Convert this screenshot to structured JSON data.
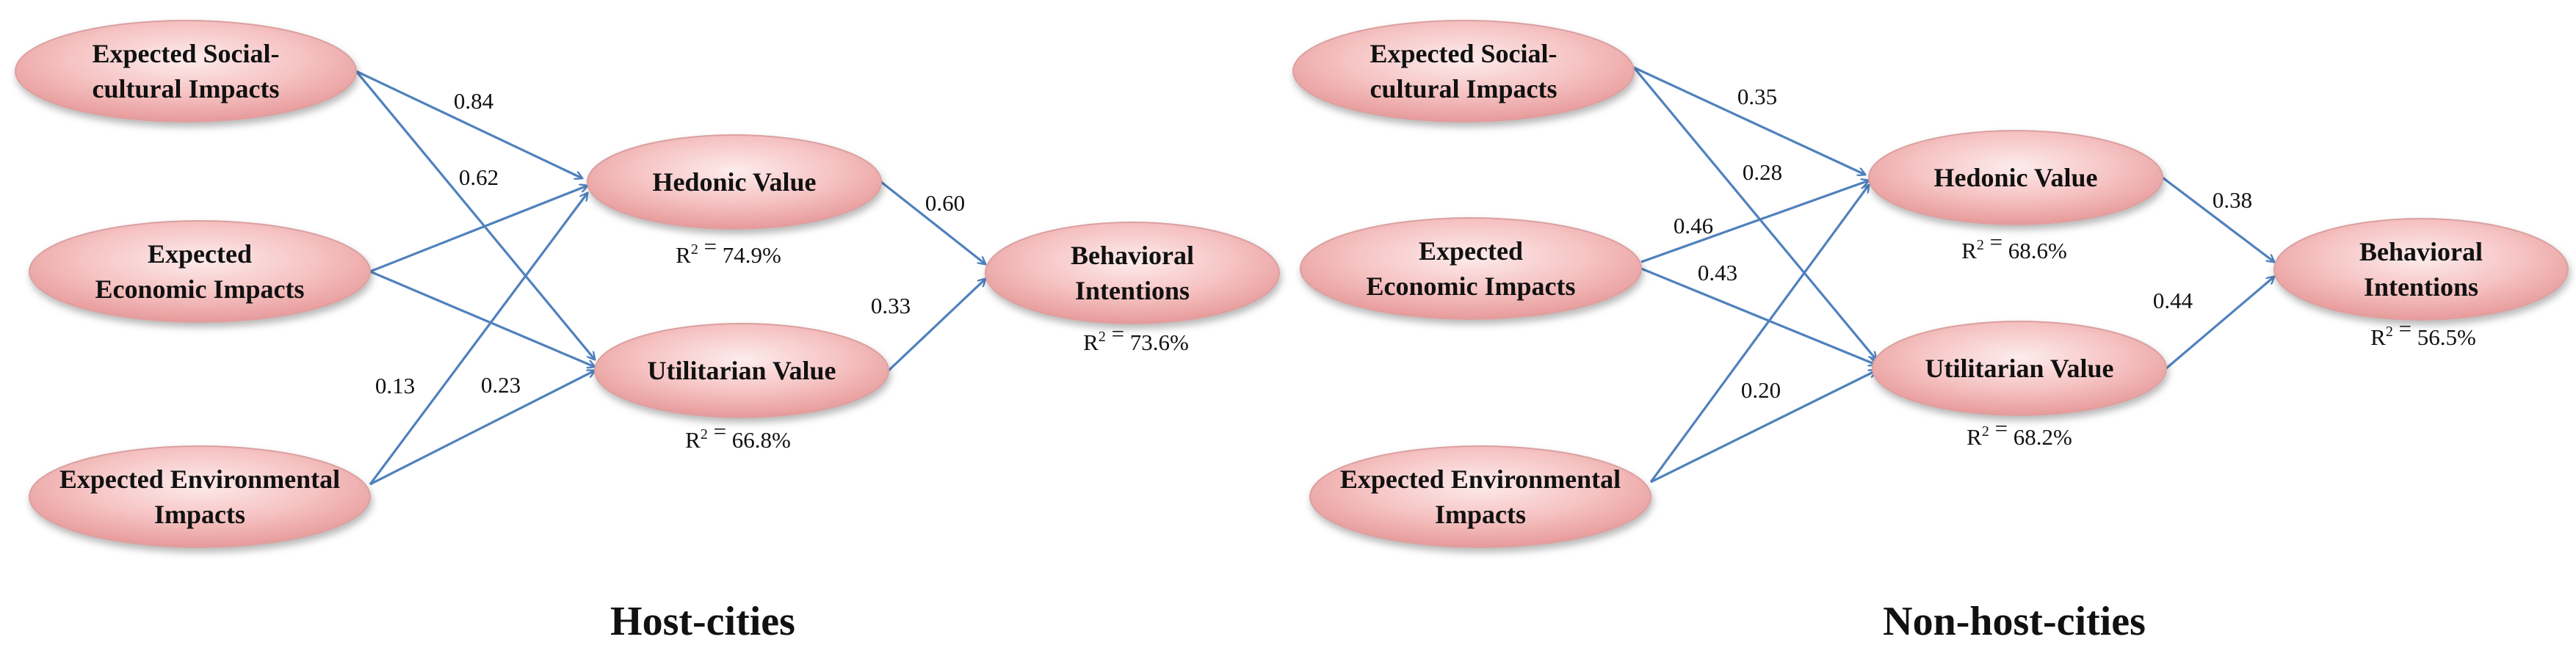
{
  "colors": {
    "node_fill_light": "#fbe3e3",
    "node_fill_dark": "#e79a9a",
    "node_stroke": "#dba0a0",
    "edge": "#4f81bd",
    "text": "#111111"
  },
  "panels": [
    {
      "title": "Host-cities",
      "nodes": {
        "social": [
          "Expected Social-",
          "cultural Impacts"
        ],
        "economic": [
          "Expected",
          "Economic Impacts"
        ],
        "environmental": [
          "Expected Environmental",
          "Impacts"
        ],
        "hedonic": [
          "Hedonic Value"
        ],
        "utilitarian": [
          "Utilitarian Value"
        ],
        "behavioral": [
          "Behavioral",
          "Intentions"
        ]
      },
      "r2": {
        "hedonic": "74.9%",
        "utilitarian": "66.8%",
        "behavioral": "73.6%"
      },
      "paths": [
        {
          "from": "social",
          "to": "hedonic",
          "label": "0.84"
        },
        {
          "from": "social",
          "to": "utilitarian",
          "label": "0.62"
        },
        {
          "from": "economic",
          "to": "hedonic",
          "label": ""
        },
        {
          "from": "economic",
          "to": "utilitarian",
          "label": ""
        },
        {
          "from": "environmental",
          "to": "hedonic",
          "label": "0.13"
        },
        {
          "from": "environmental",
          "to": "utilitarian",
          "label": "0.23"
        },
        {
          "from": "hedonic",
          "to": "behavioral",
          "label": "0.60"
        },
        {
          "from": "utilitarian",
          "to": "behavioral",
          "label": "0.33"
        }
      ]
    },
    {
      "title": "Non-host-cities",
      "nodes": {
        "social": [
          "Expected Social-",
          "cultural Impacts"
        ],
        "economic": [
          "Expected",
          "Economic Impacts"
        ],
        "environmental": [
          "Expected Environmental",
          "Impacts"
        ],
        "hedonic": [
          "Hedonic Value"
        ],
        "utilitarian": [
          "Utilitarian Value"
        ],
        "behavioral": [
          "Behavioral",
          "Intentions"
        ]
      },
      "r2": {
        "hedonic": "68.6%",
        "utilitarian": "68.2%",
        "behavioral": "56.5%"
      },
      "paths": [
        {
          "from": "social",
          "to": "hedonic",
          "label": "0.35"
        },
        {
          "from": "social",
          "to": "utilitarian",
          "label": "0.28"
        },
        {
          "from": "economic",
          "to": "hedonic",
          "label": "0.46"
        },
        {
          "from": "economic",
          "to": "utilitarian",
          "label": "0.43"
        },
        {
          "from": "environmental",
          "to": "hedonic",
          "label": ""
        },
        {
          "from": "environmental",
          "to": "utilitarian",
          "label": "0.20"
        },
        {
          "from": "hedonic",
          "to": "behavioral",
          "label": "0.38"
        },
        {
          "from": "utilitarian",
          "to": "behavioral",
          "label": "0.44"
        }
      ]
    }
  ]
}
